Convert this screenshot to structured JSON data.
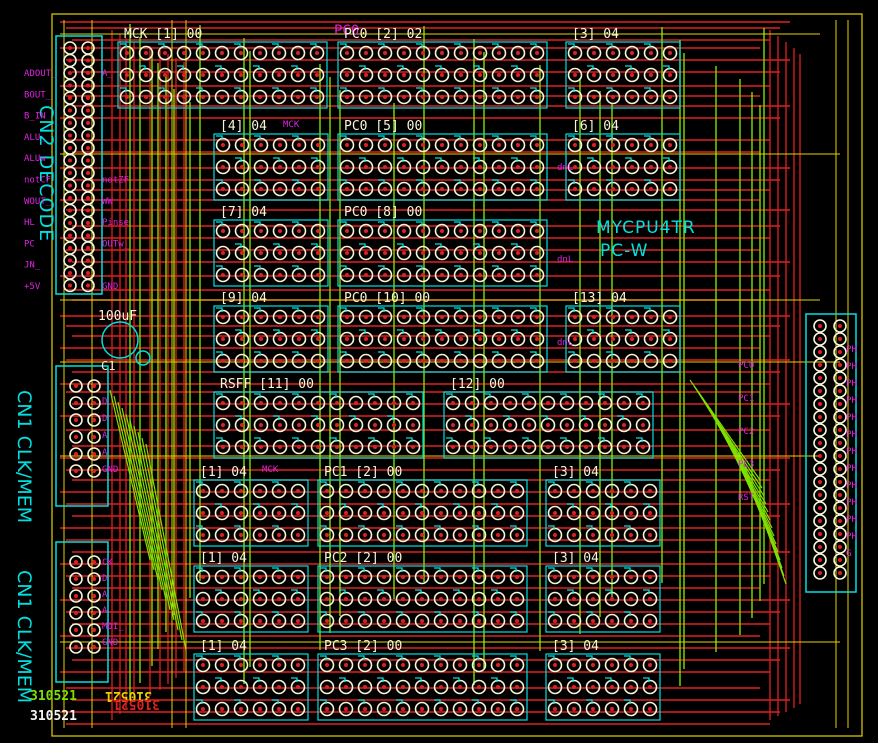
{
  "board": {
    "title": "MYCPU4TR",
    "subtitle": "PC-W",
    "date_top": "310521",
    "date_bottom": "310521",
    "top_net": "PC0",
    "colors": {
      "background": "#000000",
      "trace_red": "#e02020",
      "trace_green": "#7ee000",
      "trace_yellow": "#e6d200",
      "silk_cyan": "#00e0e0",
      "silk_magenta": "#e020e0",
      "pad": "#f5f5d8",
      "via": "#ffe000"
    }
  },
  "connectors": {
    "cn2": {
      "title": "CN2 DECODE",
      "pins_left": [
        "ADOUT_",
        "BOUT_",
        "B_IN",
        "ALU_",
        "ALUw",
        "notCF",
        "WOUT_",
        "HL",
        "PC",
        "JN_",
        "+5V"
      ],
      "pins_right": [
        "A_",
        "",
        "",
        "",
        "",
        "notZF",
        "WW",
        "Pinse",
        "OUTw_",
        "",
        "GND"
      ]
    },
    "cn1_a": {
      "title": "CN1 CLK/MEM",
      "pins": [
        "D",
        "D",
        "A",
        "A",
        "GND"
      ]
    },
    "cn1_b": {
      "title": "CN1 CLK/MEM",
      "pins": [
        "CK",
        "D",
        "A",
        "A",
        "MDI_",
        "GND"
      ]
    },
    "right": {
      "pins_left": [
        "PC0",
        "PC1",
        "PC2",
        "PC3",
        "RST"
      ],
      "pins_right": [
        "PH",
        "PH",
        "PH",
        "PH",
        "PH",
        "PH",
        "PH",
        "PH",
        "PH",
        "PH",
        "PH",
        "PH",
        "G"
      ]
    }
  },
  "capacitor": {
    "value": "100uF",
    "ref": "C1"
  },
  "blocks": [
    {
      "row": 0,
      "labels": [
        "MCK [1] 00",
        "PC0 [2] 02",
        "[3] 04"
      ]
    },
    {
      "row": 1,
      "labels": [
        "[4] 04",
        "PC0 [5] 00",
        "[6] 04"
      ]
    },
    {
      "row": 2,
      "labels": [
        "[7] 04",
        "PC0 [8] 00"
      ]
    },
    {
      "row": 3,
      "labels": [
        "[9] 04",
        "PC0 [10] 00",
        "[13] 04"
      ]
    },
    {
      "row": 4,
      "labels": [
        "RSFF [11] 00",
        "[12] 00"
      ]
    },
    {
      "row": 5,
      "labels": [
        "[1] 04",
        "PC1 [2] 00",
        "[3] 04"
      ]
    },
    {
      "row": 6,
      "labels": [
        "[1] 04",
        "PC2 [2] 00",
        "[3] 04"
      ]
    },
    {
      "row": 7,
      "labels": [
        "[1] 04",
        "PC3 [2] 00",
        "[3] 04"
      ]
    }
  ],
  "small_labels": [
    "MCK",
    "MCK",
    "dnL",
    "dnL",
    "dnL"
  ]
}
